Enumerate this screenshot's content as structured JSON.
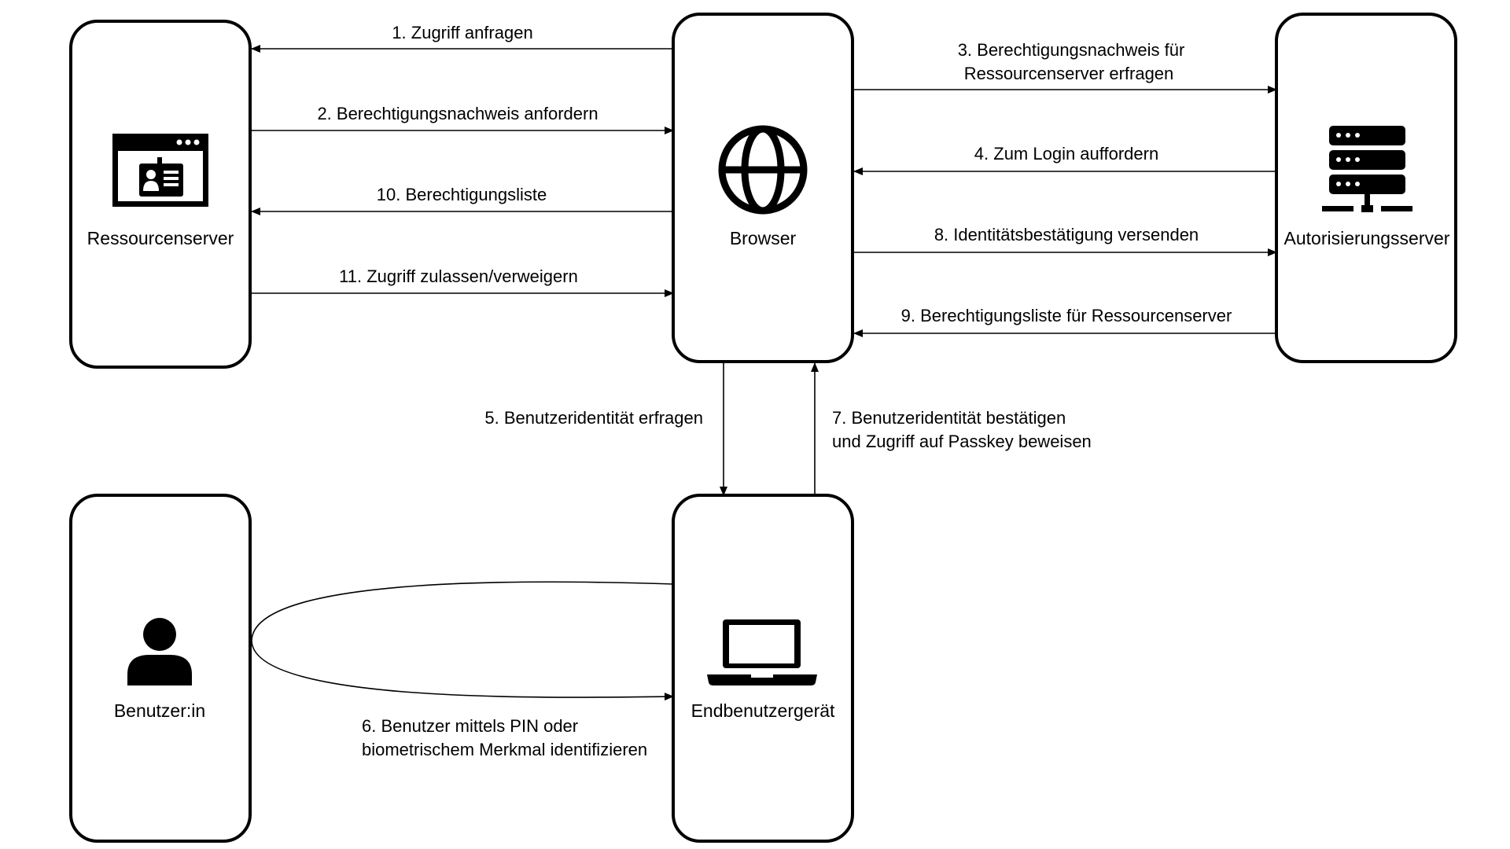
{
  "nodes": {
    "ressourcenserver": {
      "label": "Ressourcenserver",
      "icon": "id-card-window-icon"
    },
    "browser": {
      "label": "Browser",
      "icon": "globe-icon"
    },
    "autorisierungsserver": {
      "label": "Autorisierungsserver",
      "icon": "server-rack-icon"
    },
    "benutzer": {
      "label": "Benutzer:in",
      "icon": "person-icon"
    },
    "endbenutzergeraet": {
      "label": "Endbenutzergerät",
      "icon": "laptop-icon"
    }
  },
  "edges": {
    "e1": "1. Zugriff anfragen",
    "e2": "2. Berechtigungsnachweis anfordern",
    "e3_line1": "3. Berechtigungsnachweis für",
    "e3_line2": "Ressourcenserver erfragen",
    "e4": "4. Zum Login auffordern",
    "e5": "5. Benutzeridentität erfragen",
    "e6_line1": "6. Benutzer mittels PIN oder",
    "e6_line2": "biometrischem Merkmal identifizieren",
    "e7_line1": "7. Benutzeridentität bestätigen",
    "e7_line2": "und Zugriff auf Passkey beweisen",
    "e8": "8. Identitätsbestätigung versenden",
    "e9": "9. Berechtigungsliste für Ressourcenserver",
    "e10": "10. Berechtigungsliste",
    "e11": "11. Zugriff zulassen/verweigern"
  },
  "colors": {
    "stroke": "#000000",
    "background": "#ffffff"
  }
}
